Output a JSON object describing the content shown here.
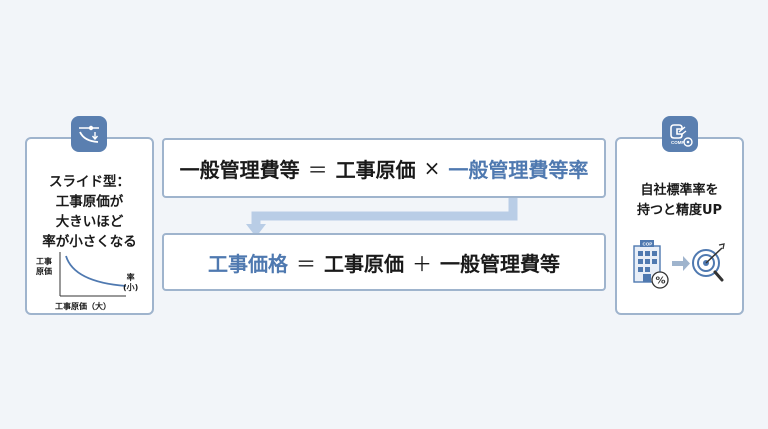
{
  "left_card": {
    "title_lines": [
      "スライド型：",
      "工事原価が",
      "大きいほど",
      "率が小さくなる"
    ],
    "chart": {
      "ylabel_lines": [
        "工事",
        "原価"
      ],
      "xlabel": "工事原価（大）",
      "right_label_lines": [
        "率",
        "(小)"
      ]
    }
  },
  "formula1": {
    "left": "一般管理費等",
    "eq": "＝",
    "term1": "工事原価",
    "op": "×",
    "term2": "一般管理費等率"
  },
  "formula2": {
    "left": "工事価格",
    "eq": "＝",
    "term1": "工事原価",
    "op": "＋",
    "term2": "一般管理費等"
  },
  "right_card": {
    "title_lines": [
      "自社標準率を",
      "持つと精度UP"
    ],
    "badge_text": "COMP",
    "building_sign": "COP"
  },
  "colors": {
    "accent": "#4f79b0",
    "border": "#9fb4cd",
    "badge": "#5a7fb0"
  }
}
